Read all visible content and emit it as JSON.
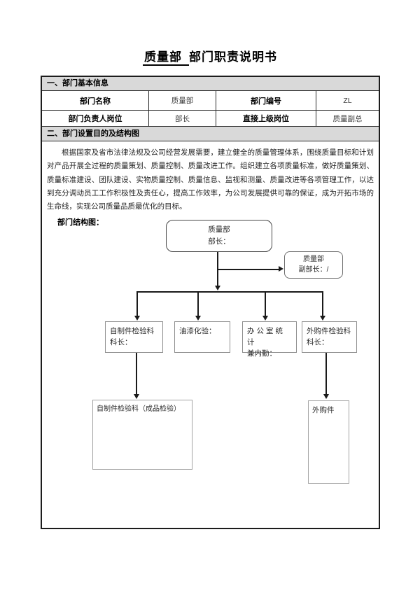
{
  "title": {
    "underlined": "质量部",
    "rest": "部门职责说明书"
  },
  "sections": {
    "basic_info_header": "一、部门基本信息",
    "purpose_header": "二、部门设置目的及结构图"
  },
  "basic_info": {
    "rows": [
      {
        "label1": "部门名称",
        "value1": "质量部",
        "label2": "部门编号",
        "value2": "ZL"
      },
      {
        "label1": "部门负责人岗位",
        "value1": "部长",
        "label2": "直接上级岗位",
        "value2": "质量副总"
      }
    ]
  },
  "purpose": {
    "paragraph": "根据国家及省市法律法规及公司经营发展需要，建立健全的质量管理体系，围绕质量目标和计划对产品开展全过程的质量策划、质量控制、质量改进工作。组织建立各项质量标准，做好质量策划、质量标准建设、团队建设、实物质量控制、质量信息、监视和测量、质量改进等各项管理工作，以达到充分调动员工工作积极性及责任心，提高工作效率，为公司发展提供可靠的保证，成为开拓市场的生命线，实现公司质量品质最优化的目标。",
    "structure_label": "部门结构图："
  },
  "orgchart": {
    "top": {
      "line1": "质量部",
      "line2": "部长："
    },
    "deputy": {
      "line1": "质量部",
      "line2": "副部长：/"
    },
    "children": [
      {
        "line1": "自制件检验科",
        "line2": "科长："
      },
      {
        "line1": "油漆化验：",
        "line2": ""
      },
      {
        "line1": "办公室统计",
        "line2": "兼内勤："
      },
      {
        "line1": "外购件检验科",
        "line2": "科长："
      }
    ],
    "leaves": [
      {
        "label": "自制件检验科（成品检验）"
      },
      {
        "label": "外购件"
      }
    ]
  },
  "colors": {
    "section_header_bg": "#d9d9d9",
    "table_border": "#1c1c1c",
    "chart_box_border": "#8f8f8f",
    "line_color": "#1a1a1a"
  }
}
